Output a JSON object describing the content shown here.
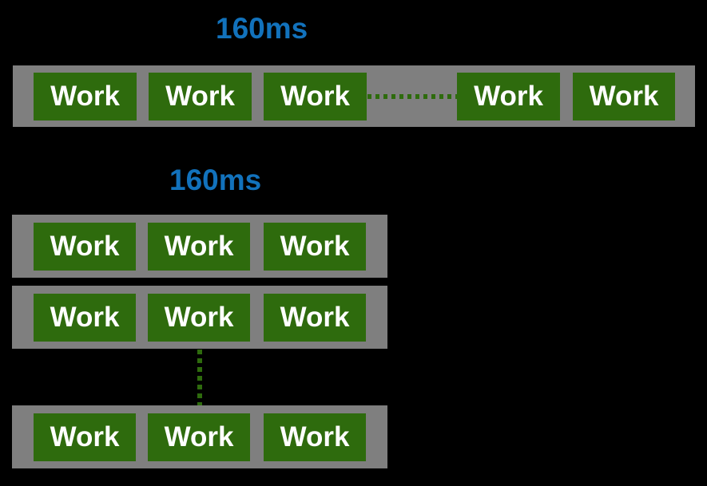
{
  "diagram": {
    "background": "#000000",
    "colors": {
      "track_gray": "#7f7f7f",
      "work_green": "#2e6b0d",
      "duration_blue": "#1272bc",
      "work_text_white": "#ffffff"
    },
    "top_timeline": {
      "duration_label": "160ms",
      "blocks": [
        "Work",
        "Work",
        "Work",
        "Work",
        "Work"
      ],
      "connector": "horizontal-dotted-ellipsis"
    },
    "bottom_timelines": {
      "duration_label": "160ms",
      "rows": [
        {
          "blocks": [
            "Work",
            "Work",
            "Work"
          ]
        },
        {
          "blocks": [
            "Work",
            "Work",
            "Work"
          ]
        },
        {
          "blocks": [
            "Work",
            "Work",
            "Work"
          ]
        }
      ],
      "connector": "vertical-dotted-ellipsis"
    }
  }
}
